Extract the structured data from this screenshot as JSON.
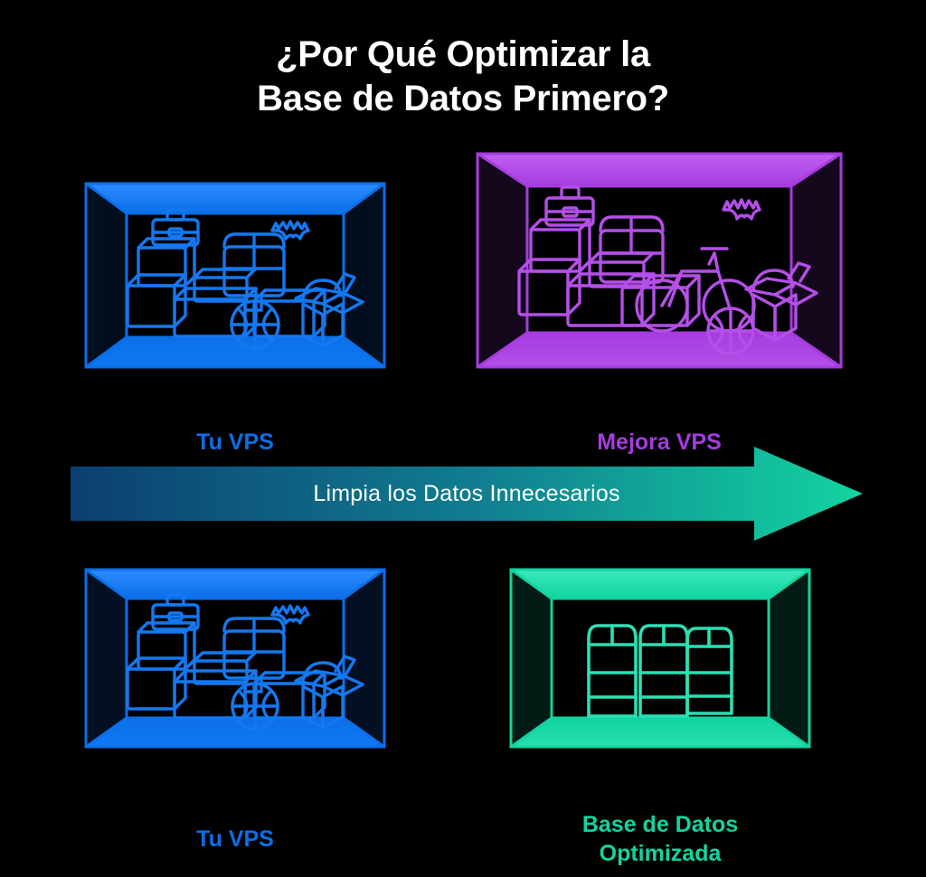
{
  "title": {
    "line1": "¿Por Qué Optimizar la",
    "line2": "Base de Datos Primero?",
    "color": "#ffffff"
  },
  "colors": {
    "background": "#000000",
    "blue": "#0B6FE8",
    "blue_light": "#2E8BFF",
    "purple": "#A63CE0",
    "purple_light": "#C060F0",
    "teal": "#12D4A0",
    "teal_light": "#3BE8BC",
    "arrow_start": "#0B3F70",
    "arrow_end": "#12D4A0",
    "white": "#ffffff"
  },
  "panels": [
    {
      "id": "top-left",
      "caption": "Tu VPS",
      "caption_color": "#0B6FE8",
      "accent": "#0B6FE8",
      "accent_light": "#2E8BFF",
      "contents": "cluttered-storage-room",
      "items": [
        "stacked-boxes",
        "briefcase",
        "basketball",
        "open-gift-box",
        "bat"
      ]
    },
    {
      "id": "top-right",
      "caption": "Mejora VPS",
      "caption_color": "#A63CE0",
      "accent": "#A63CE0",
      "accent_light": "#C060F0",
      "contents": "cluttered-storage-room-bigger",
      "items": [
        "stacked-boxes",
        "briefcase",
        "bicycle",
        "basketball",
        "open-gift-box",
        "bat"
      ]
    },
    {
      "id": "bottom-left",
      "caption": "Tu VPS",
      "caption_color": "#0B6FE8",
      "accent": "#0B6FE8",
      "accent_light": "#2E8BFF",
      "contents": "cluttered-storage-room",
      "items": [
        "stacked-boxes",
        "briefcase",
        "basketball",
        "open-gift-box",
        "bat"
      ]
    },
    {
      "id": "bottom-right",
      "caption": "Base de Datos\nOptimizada",
      "caption_color": "#12D4A0",
      "accent": "#12D4A0",
      "accent_light": "#3BE8BC",
      "contents": "clean-server-room",
      "items": [
        "server-rack",
        "server-rack",
        "server-rack"
      ]
    }
  ],
  "arrow": {
    "label": "Limpia los Datos Innecesarios",
    "label_color": "#ffffff",
    "gradient_from": "#0B3F70",
    "gradient_to": "#12D4A0",
    "direction": "right"
  }
}
